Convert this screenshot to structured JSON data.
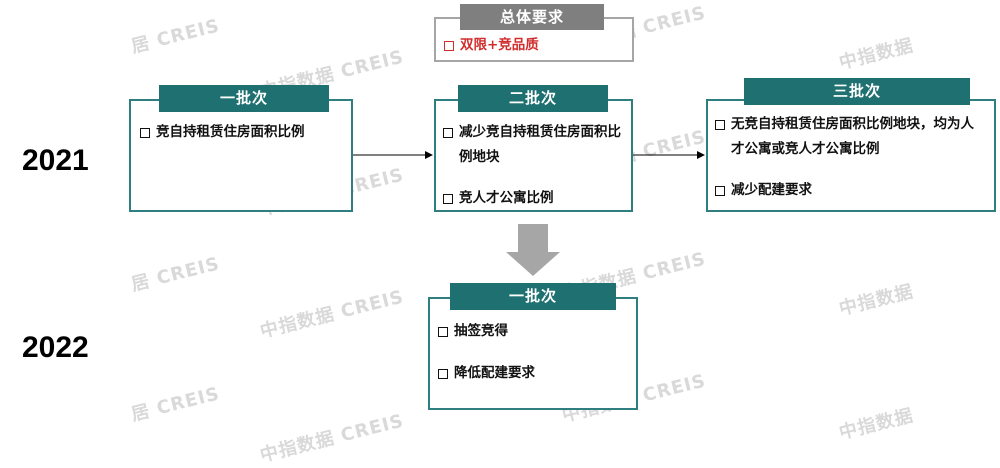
{
  "overall": {
    "title": "总体要求",
    "items": [
      "双限+竞品质"
    ]
  },
  "years": [
    "2021",
    "2022"
  ],
  "batches_2021": [
    {
      "title": "一批次",
      "items": [
        "竞自持租赁住房面积比例"
      ]
    },
    {
      "title": "二批次",
      "items": [
        "减少竞自持租赁住房面积比例地块",
        "竞人才公寓比例"
      ]
    },
    {
      "title": "三批次",
      "items": [
        "无竞自持租赁住房面积比例地块，均为人才公寓或竞人才公寓比例",
        "减少配建要求"
      ]
    }
  ],
  "batches_2022": [
    {
      "title": "一批次",
      "items": [
        "抽签竞得",
        "降低配建要求"
      ]
    }
  ],
  "watermarks": [
    "居 CREIS",
    "中指数据 CREIS",
    "中指数据"
  ],
  "colors": {
    "teal": "#1f7070",
    "teal_border": "#2f7f80",
    "gray_title": "#7f7f7f",
    "gray_border": "#a6a6a6",
    "red": "#d22d2d",
    "arrow_gray": "#a6a6a6"
  }
}
